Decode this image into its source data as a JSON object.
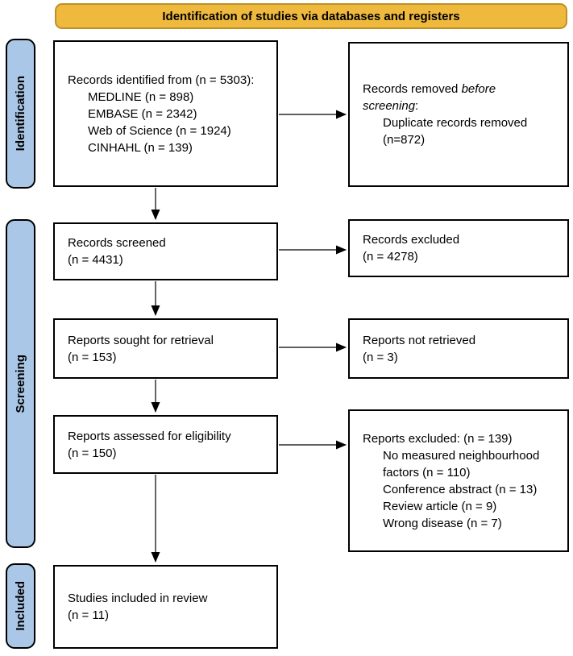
{
  "banner": {
    "label": "Identification of studies via databases and registers"
  },
  "colors": {
    "banner_fill": "#EFB93E",
    "banner_border": "#BD9126",
    "side_fill": "#AAC7E7",
    "arrow": "#000000"
  },
  "side_labels": {
    "identification": "Identification",
    "screening": "Screening",
    "included": "Included"
  },
  "boxes": {
    "records_identified": {
      "title": "Records identified from (n = 5303):",
      "items": [
        "MEDLINE (n = 898)",
        "EMBASE (n = 2342)",
        "Web of Science (n = 1924)",
        "CINHAHL (n = 139)"
      ]
    },
    "records_removed": {
      "prefix": "Records removed ",
      "italic": "before screening",
      "suffix": ":",
      "items": [
        "Duplicate records removed (n=872)"
      ]
    },
    "records_screened": {
      "text": "Records screened\n(n = 4431)"
    },
    "records_excluded": {
      "text": "Records excluded\n(n = 4278)"
    },
    "reports_sought": {
      "text": "Reports sought for retrieval\n(n = 153)"
    },
    "reports_not_retrieved": {
      "text": "Reports not retrieved\n(n = 3)"
    },
    "reports_assessed": {
      "text": "Reports assessed for eligibility\n(n = 150)"
    },
    "reports_excluded": {
      "title": "Reports excluded: (n = 139)",
      "items": [
        "No measured neighbourhood factors (n = 110)",
        "Conference abstract (n = 13)",
        "Review article (n = 9)",
        "Wrong disease (n = 7)"
      ]
    },
    "studies_included": {
      "text": "Studies included in review\n(n = 11)"
    }
  }
}
